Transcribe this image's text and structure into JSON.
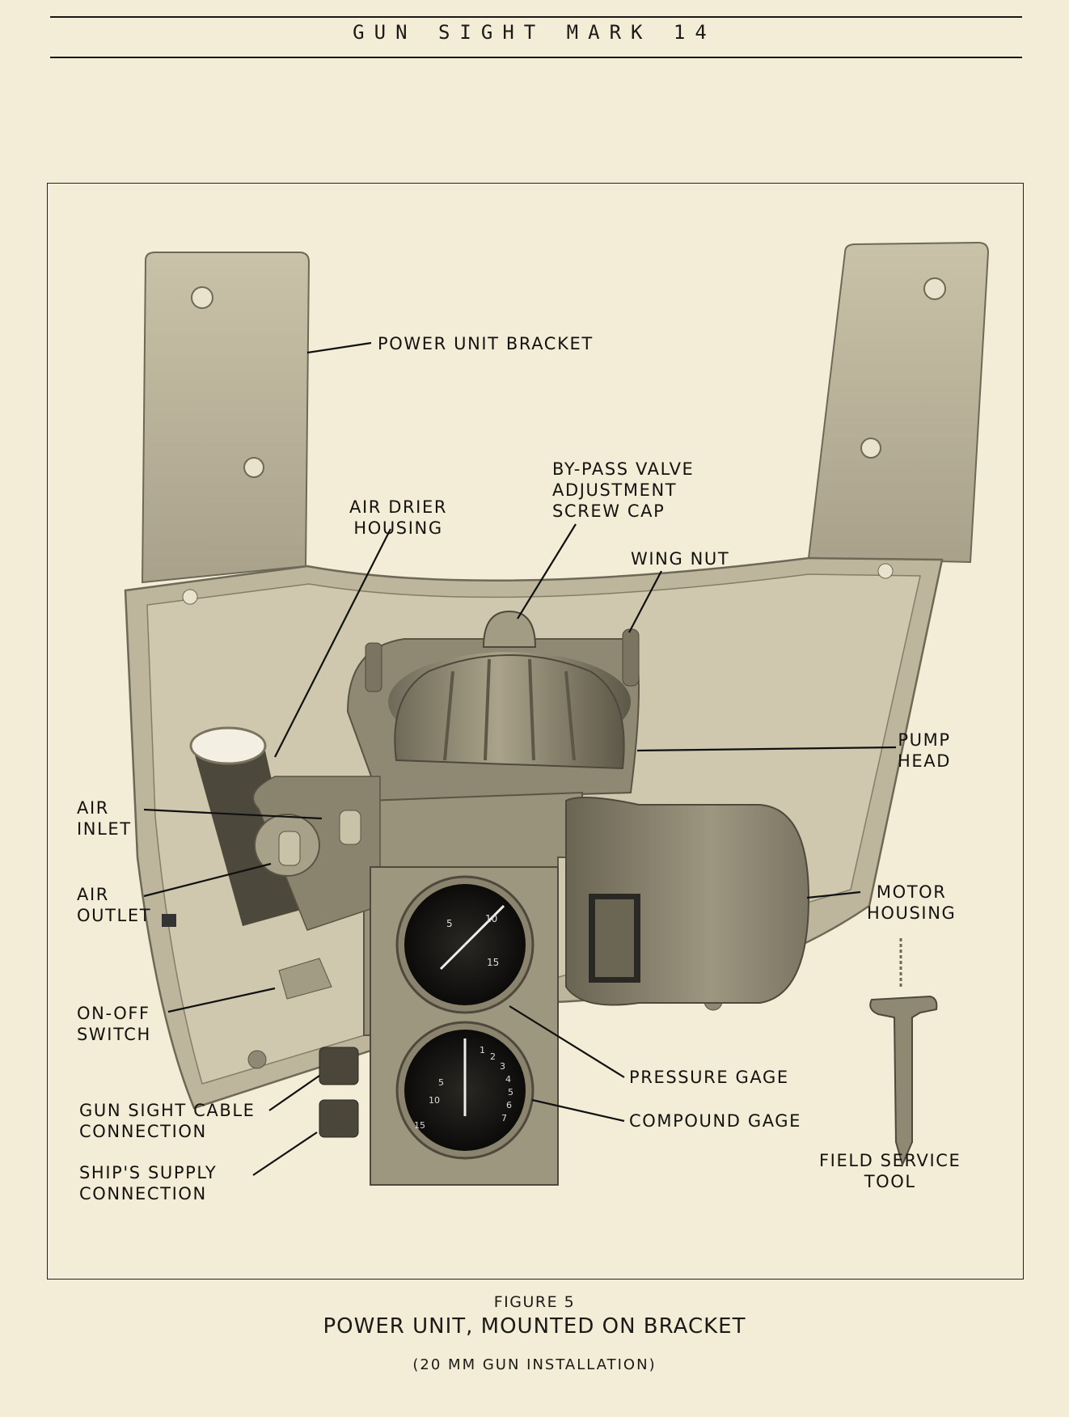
{
  "header": {
    "title": "GUN SIGHT MARK 14"
  },
  "labels": {
    "power_unit_bracket": "POWER UNIT BRACKET",
    "bypass_valve": [
      "BY-PASS VALVE",
      "ADJUSTMENT",
      "SCREW CAP"
    ],
    "air_drier_housing": [
      "AIR DRIER",
      "HOUSING"
    ],
    "wing_nut": "WING NUT",
    "pump_head": [
      "PUMP",
      "HEAD"
    ],
    "air_inlet": [
      "AIR",
      "INLET"
    ],
    "air_outlet": [
      "AIR",
      "OUTLET"
    ],
    "motor_housing": [
      "MOTOR",
      "HOUSING"
    ],
    "on_off_switch": [
      "ON-OFF",
      "SWITCH"
    ],
    "pressure_gage": "PRESSURE GAGE",
    "compound_gage": "COMPOUND GAGE",
    "gun_sight_cable": [
      "GUN SIGHT CABLE",
      "CONNECTION"
    ],
    "ships_supply": [
      "SHIP'S SUPPLY",
      "CONNECTION"
    ],
    "field_service_tool": [
      "FIELD SERVICE",
      "TOOL"
    ]
  },
  "gauges": {
    "pressure_ticks": [
      "5",
      "10",
      "15"
    ],
    "compound_ticks": [
      "5",
      "10",
      "15",
      "1",
      "2",
      "3",
      "4",
      "5",
      "6",
      "7"
    ]
  },
  "caption": {
    "number": "FIGURE 5",
    "title": "POWER UNIT, MOUNTED ON BRACKET",
    "subtitle": "(20 MM GUN INSTALLATION)"
  }
}
